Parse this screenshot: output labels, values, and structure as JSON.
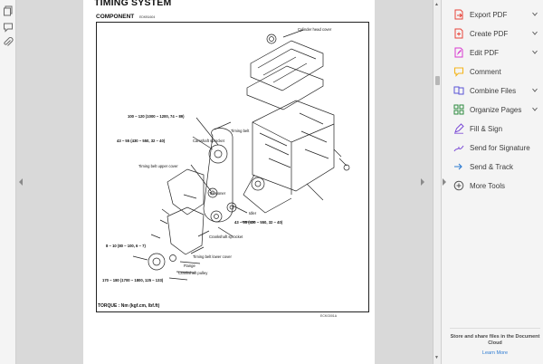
{
  "left_rail": {
    "icons": [
      "copy-page-icon",
      "comment-bubble-icon",
      "attachment-paperclip-icon"
    ]
  },
  "document": {
    "title": "TIMING SYSTEM",
    "section": "COMPONENT",
    "section_code": "EDKB1604",
    "torque_note": "TORQUE : Nm (kgf.cm, lbf.ft)",
    "figure_code": "ECKG001A",
    "labels": {
      "cylinder_head_cover": "Cylinder head cover",
      "torque_1": "100 ~ 120 (1000 ~ 1200, 74 ~ 89)",
      "timing_belt": "Timing belt",
      "torque_2": "43 ~ 55 (430 ~ 550, 32 ~ 40)",
      "camshaft_sprocket": "Camshaft sprocket",
      "upper_cover": "Timing belt upper cover",
      "tensioner": "Tensioner",
      "idler": "Idler",
      "torque_3": "43 ~ 55 (430 ~ 550, 32 ~ 40)",
      "crankshaft_sprocket": "Crankshaft sprocket",
      "torque_4": "8 ~ 10 (80 ~ 100, 6 ~ 7)",
      "lower_cover": "Timing belt lower cover",
      "flange": "Flange",
      "crank_pulley": "Crankshaft pulley",
      "torque_5": "170 ~ 180 (1700 ~ 1800, 125 ~ 133)"
    }
  },
  "tools_panel": {
    "items": [
      {
        "label": "Export PDF",
        "icon": "export-pdf-icon",
        "color": "#e7453a",
        "has_menu": true
      },
      {
        "label": "Create PDF",
        "icon": "create-pdf-icon",
        "color": "#e7453a",
        "has_menu": true
      },
      {
        "label": "Edit PDF",
        "icon": "edit-pdf-icon",
        "color": "#d73ad0",
        "has_menu": true
      },
      {
        "label": "Comment",
        "icon": "comment-icon",
        "color": "#f3b51d",
        "has_menu": false
      },
      {
        "label": "Combine Files",
        "icon": "combine-files-icon",
        "color": "#5a55d6",
        "has_menu": true
      },
      {
        "label": "Organize Pages",
        "icon": "organize-pages-icon",
        "color": "#2d8a3e",
        "has_menu": true
      },
      {
        "label": "Fill & Sign",
        "icon": "fill-sign-icon",
        "color": "#7b4bd6",
        "has_menu": false
      },
      {
        "label": "Send for Signature",
        "icon": "send-signature-icon",
        "color": "#7b4bd6",
        "has_menu": false
      },
      {
        "label": "Send & Track",
        "icon": "send-track-icon",
        "color": "#2d7bd2",
        "has_menu": false
      },
      {
        "label": "More Tools",
        "icon": "more-tools-icon",
        "color": "#555555",
        "has_menu": false
      }
    ],
    "footer_text": "Store and share files in the Document Cloud",
    "footer_link": "Learn More"
  }
}
